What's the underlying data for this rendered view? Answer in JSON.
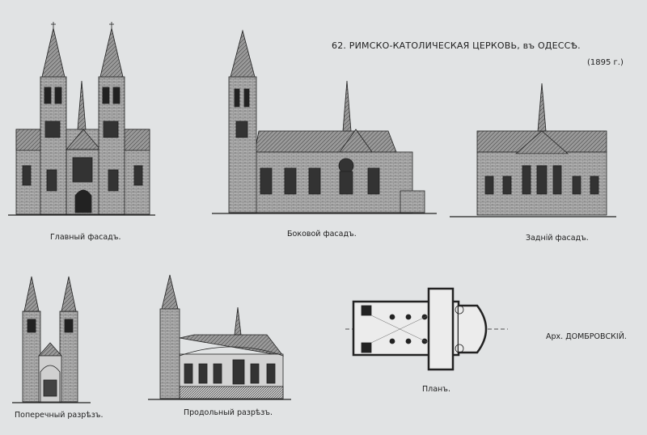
{
  "sheet": {
    "title": "62. РИМСКО-КАТОЛИЧЕСКАЯ ЦЕРКОВЬ, въ ОДЕССѢ.",
    "year": "(1895 г.)",
    "architect": "Арх. ДОМБРОВСКІЙ."
  },
  "drawings": {
    "main_facade": "Главный фасадъ.",
    "side_facade": "Боковой фасадъ.",
    "rear_facade": "Задній фасадъ.",
    "cross_section": "Поперечный разрѣзъ.",
    "longitudinal_section": "Продольный разрѣзъ.",
    "plan": "Планъ."
  }
}
